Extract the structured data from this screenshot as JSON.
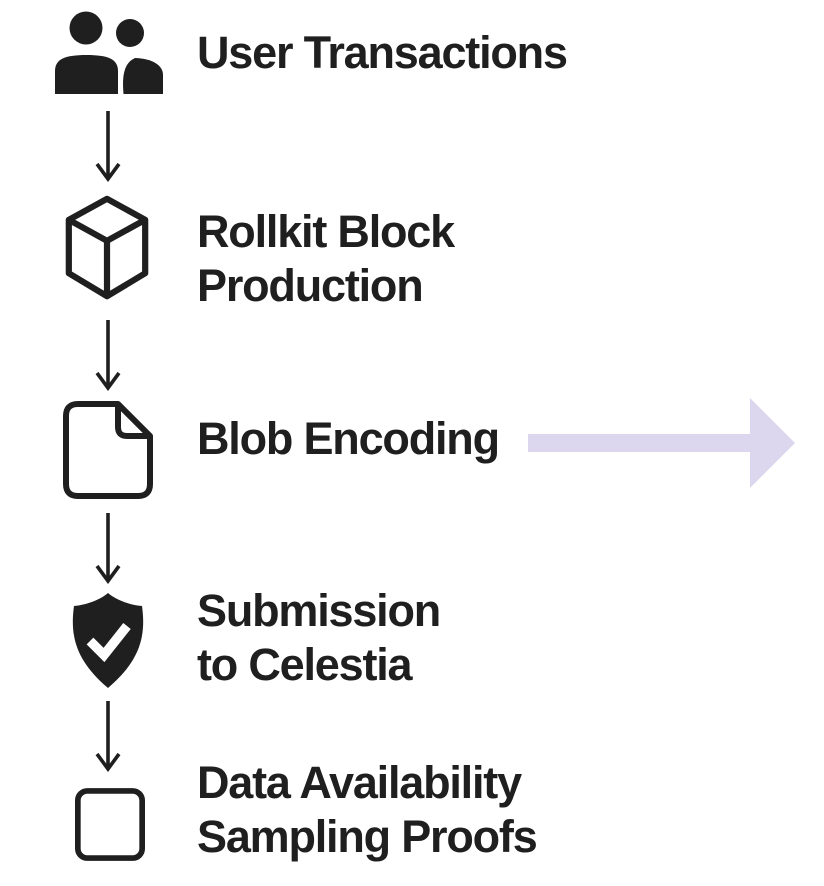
{
  "theme": {
    "bg": "#ffffff",
    "ink": "#1e1f1e",
    "accent": "#dcd6ef"
  },
  "diagram": {
    "type": "flowchart",
    "direction": "top-to-bottom",
    "steps": [
      {
        "id": "user-transactions",
        "icon": "users-icon",
        "label_line1": "User Transactions",
        "label_line2": ""
      },
      {
        "id": "rollkit-block-production",
        "icon": "cube-icon",
        "label_line1": "Rollkit Block",
        "label_line2": "Production"
      },
      {
        "id": "blob-encoding",
        "icon": "file-icon",
        "label_line1": "Blob Encoding",
        "label_line2": ""
      },
      {
        "id": "submission-to-celestia",
        "icon": "shield-check-icon",
        "label_line1": "Submission",
        "label_line2": "to Celestia"
      },
      {
        "id": "data-availability-sampling",
        "icon": "square-icon",
        "label_line1": "Data Availability",
        "label_line2": "Sampling Proofs"
      }
    ],
    "connectors": [
      {
        "from": "user-transactions",
        "to": "rollkit-block-production",
        "style": "thin-black-down-arrow"
      },
      {
        "from": "rollkit-block-production",
        "to": "blob-encoding",
        "style": "thin-black-down-arrow"
      },
      {
        "from": "blob-encoding",
        "to": "submission-to-celestia",
        "style": "thin-black-down-arrow"
      },
      {
        "from": "submission-to-celestia",
        "to": "data-availability-sampling",
        "style": "thin-black-down-arrow"
      }
    ],
    "branch_arrow": {
      "from": "blob-encoding",
      "direction": "right",
      "color": "#dcd6ef"
    }
  }
}
